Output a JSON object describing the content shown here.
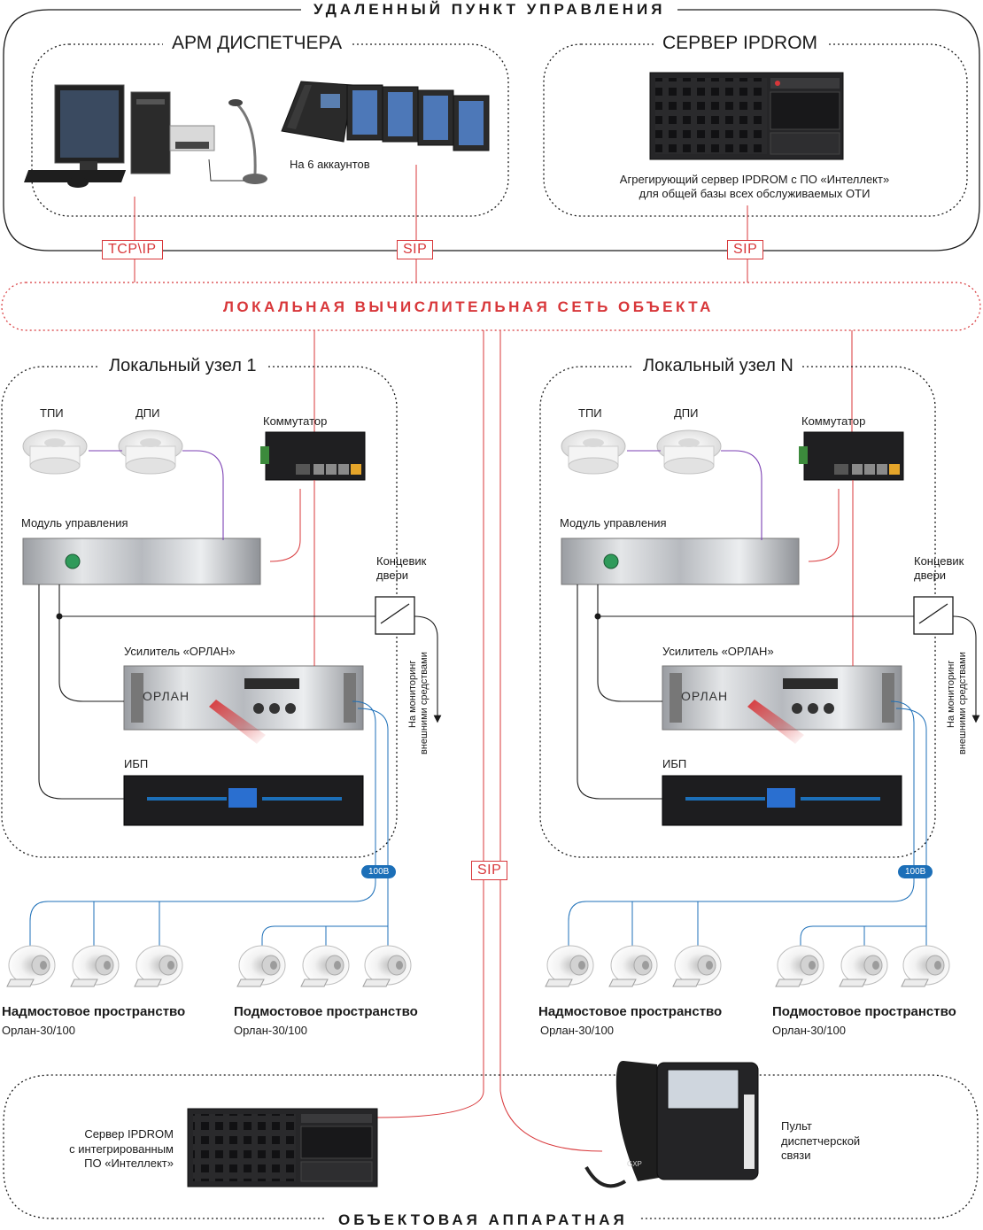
{
  "sections": {
    "remote": "УДАЛЕННЫЙ ПУНКТ УПРАВЛЕНИЯ",
    "hardware_room": "ОБЪЕКТОВАЯ АППАРАТНАЯ",
    "lan": "ЛОКАЛЬНАЯ ВЫЧИСЛИТЕЛЬНАЯ СЕТЬ ОБЪЕКТА"
  },
  "remote": {
    "arm_title": "АРМ ДИСПЕТЧЕРА",
    "server_title": "СЕРВЕР IPDROM",
    "phone_caption": "На 6 аккаунтов",
    "server_caption_1": "Агрегирующий сервер IPDROM с ПО «Интеллект»",
    "server_caption_2": "для общей базы всех обслуживаемых ОТИ"
  },
  "protocols": {
    "tcpip": "TCP\\IP",
    "sip": "SIP"
  },
  "nodes": [
    {
      "title": "Локальный узел 1",
      "tpi": "ТПИ",
      "dpi": "ДПИ",
      "switch": "Коммутатор",
      "control_module": "Модуль управления",
      "door_switch_1": "Концевик",
      "door_switch_2": "двери",
      "amplifier": "Усилитель «ОРЛАН»",
      "ups": "ИБП",
      "monitoring_1": "На мониторинг",
      "monitoring_2": "внешними средствами",
      "voltage": "100В",
      "brand": "ОРЛАН",
      "zone_above": "Надмостовое пространство",
      "zone_below": "Подмостовое пространство",
      "model_above": "Орлан-30/100",
      "model_below": "Орлан-30/100"
    },
    {
      "title": "Локальный узел N",
      "tpi": "ТПИ",
      "dpi": "ДПИ",
      "switch": "Коммутатор",
      "control_module": "Модуль управления",
      "door_switch_1": "Концевик",
      "door_switch_2": "двери",
      "amplifier": "Усилитель «ОРЛАН»",
      "ups": "ИБП",
      "monitoring_1": "На мониторинг",
      "monitoring_2": "внешними средствами",
      "voltage": "100В",
      "brand": "ОРЛАН",
      "zone_above": "Надмостовое пространство",
      "zone_below": "Подмостовое пространство",
      "model_above": "Орлан-30/100",
      "model_below": "Орлан-30/100"
    }
  ],
  "hardware": {
    "server_1": "Сервер IPDROM",
    "server_2": "с интегрированным",
    "server_3": "ПО «Интеллект»",
    "console_1": "Пульт",
    "console_2": "диспетчерской",
    "console_3": "связи",
    "phone_brand": "GXP"
  },
  "colors": {
    "accent_red": "#d8373a",
    "speaker_line_blue": "#1c6fb8",
    "sensor_line_purple": "#7b3fb3",
    "frame": "#1a1a1a"
  },
  "icons": [
    "computer-icon",
    "printer-icon",
    "microphone-icon",
    "ip-phone-icon",
    "rack-server-icon",
    "smoke-detector-icon",
    "network-switch-icon",
    "rack-module-icon",
    "amplifier-icon",
    "ups-icon",
    "door-switch-icon",
    "horn-speaker-icon",
    "desk-phone-icon"
  ]
}
